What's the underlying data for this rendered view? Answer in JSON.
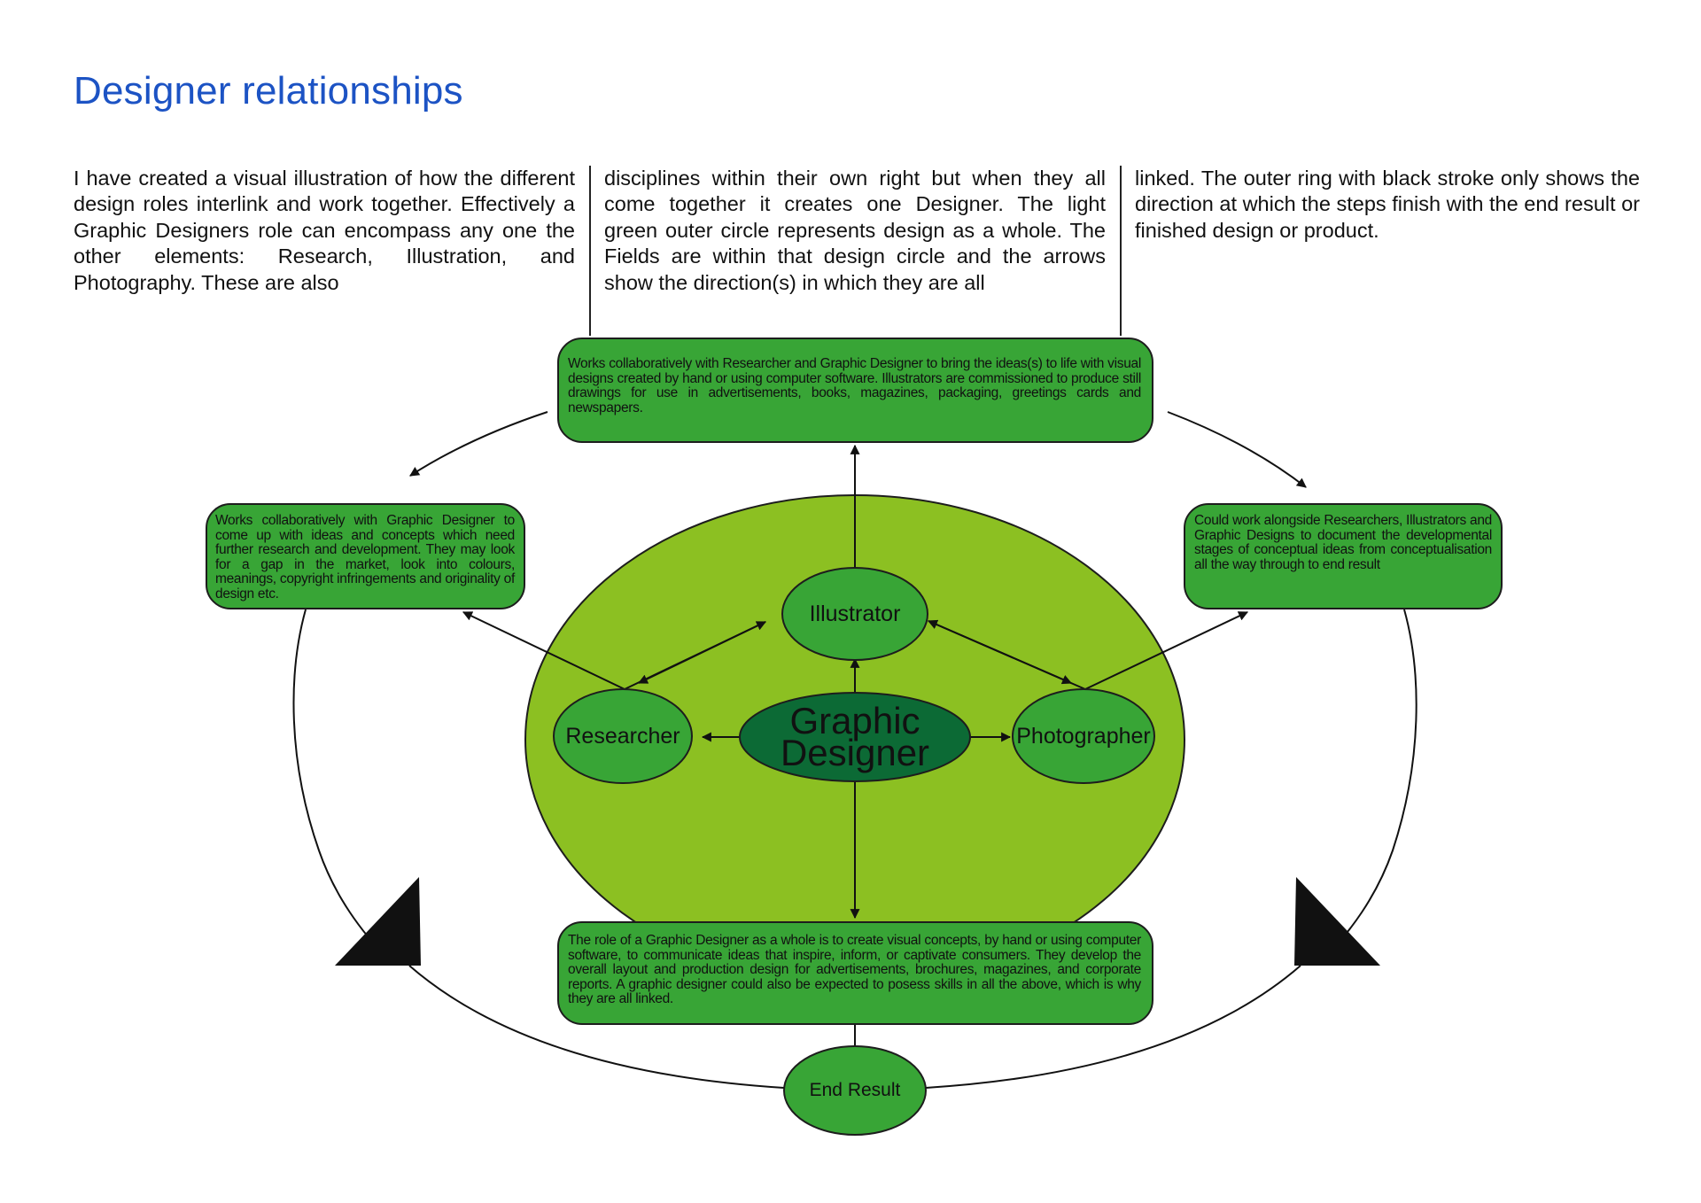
{
  "page": {
    "title": "Designer relationships",
    "paragraphs": [
      "I have created a visual illustration of how the different design roles interlink and work together. Effectively a Graphic Designers role can encompass any one the other elements: Research, Illustration, and Photography. These are also",
      "disciplines within their own right but when they all come together it creates one Designer. The light green outer circle represents design as a whole. The Fields are within that design circle and the arrows show the direction(s) in which they are all",
      "linked. The outer ring with black stroke only shows the direction at which the steps finish with the end result or finished design or product."
    ]
  },
  "diagram": {
    "colors": {
      "outer_circle": "#8cc022",
      "node_fill": "#38a536",
      "center_fill": "#0c6a35",
      "stroke": "#1d1d1d",
      "title": "#1c53c4"
    },
    "nodes": {
      "graphic_designer": "Graphic Designer",
      "illustrator": "Illustrator",
      "researcher": "Researcher",
      "photographer": "Photographer",
      "end_result": "End Result"
    },
    "descriptions": {
      "illustrator": "Works collaboratively with Researcher and Graphic Designer to bring the ideas(s) to life with visual designs created by hand or using computer software. Illustrators are commissioned to produce still drawings for use in advertisements, books, magazines, packaging, greetings cards and newspapers.",
      "researcher": "Works collaboratively with Graphic Designer to come up with ideas and concepts which need further research and development. They may look for a gap in the market, look into colours, meanings, copyright infringements and originality of design etc.",
      "photographer": "Could work alongside Researchers, Illustrators and Graphic Designs to document the developmental stages of conceptual ideas from conceptualisation all the way through to end result",
      "graphic_designer": "The role of a Graphic Designer as a whole is to create visual concepts, by hand or using computer software, to communicate ideas that inspire, inform, or captivate consumers. They develop the overall layout and production design for advertisements, brochures, magazines, and corporate reports. A graphic designer could also be expected to posess skills in all the above, which is why they are all linked."
    }
  }
}
